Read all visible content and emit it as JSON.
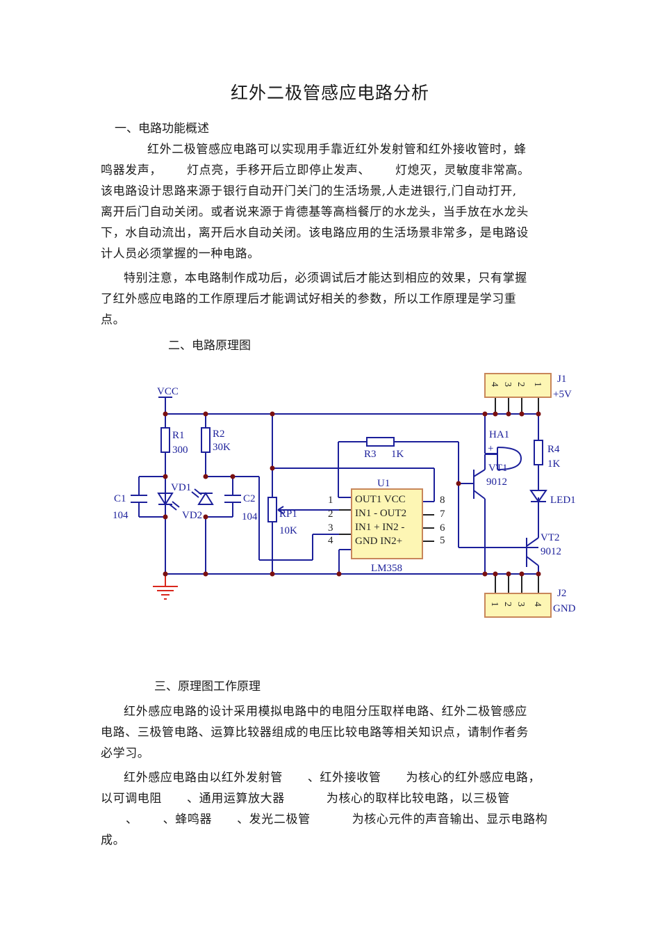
{
  "document": {
    "title": "红外二极管感应电路分析",
    "section1": {
      "heading": "一、电路功能概述",
      "para1_lines": [
        "红外二极管感应电路可以实现用手靠近红外发射管和红外接收管时，蜂",
        "鸣器发声，      灯点亮，手移开后立即停止发声、      灯熄灭，灵敏度非常高。",
        "该电路设计思路来源于银行自动开门关门的生活场景,人走进银行,门自动打开,",
        "离开后门自动关闭。或者说来源于肯德基等高档餐厅的水龙头，当手放在水龙头",
        "下，水自动流出，离开后水自动关闭。该电路应用的生活场景非常多，是电路设",
        "计人员必须掌握的一种电路。"
      ],
      "para2_lines": [
        "特别注意，本电路制作成功后，必须调试后才能达到相应的效果，只有掌握",
        "了红外感应电路的工作原理后才能调试好相关的参数，所以工作原理是学习重",
        "点。"
      ]
    },
    "section2": {
      "heading": "二、电路原理图"
    },
    "section3": {
      "heading": "三、原理图工作原理",
      "para1_lines": [
        "红外感应电路的设计采用模拟电路中的电阻分压取样电路、红外二极管感应",
        "电路、三极管电路、运算比较器组成的电压比较电路等相关知识点，请制作者务",
        "必学习。"
      ],
      "para2_lines": [
        "红外感应电路由以红外发射管      、红外接收管      为核心的红外感应电路，",
        "以可调电阻      、通用运算放大器          为核心的取样比较电路，以三极管",
        "      、      、蜂鸣器      、发光二极管          为核心元件的声音输出、显示电路构",
        "成。"
      ]
    }
  },
  "schematic": {
    "vcc": "VCC",
    "r1": {
      "ref": "R1",
      "value": "300"
    },
    "r2": {
      "ref": "R2",
      "value": "30K"
    },
    "r3": {
      "ref": "R3",
      "value": "1K"
    },
    "r4": {
      "ref": "R4",
      "value": "1K"
    },
    "rp1": {
      "ref": "RP1",
      "value": "10K"
    },
    "c1": {
      "ref": "C1",
      "value": "104"
    },
    "c2": {
      "ref": "C2",
      "value": "104"
    },
    "vd1": "VD1",
    "vd2": "VD2",
    "led1": "LED1",
    "ha1": "HA1",
    "ha1_plus": "+",
    "vt1": {
      "ref": "VT1",
      "value": "9012"
    },
    "vt2": {
      "ref": "VT2",
      "value": "9012"
    },
    "u1": {
      "ref": "U1",
      "part": "LM358",
      "rows": [
        "OUT1 VCC",
        "IN1 - OUT2",
        "IN1 + IN2 -",
        "GND IN2+"
      ],
      "left_pins": [
        "1",
        "2",
        "3",
        "4"
      ],
      "right_pins": [
        "8",
        "7",
        "6",
        "5"
      ]
    },
    "j1": {
      "ref": "J1",
      "net": "+5V",
      "pins": [
        "4",
        "3",
        "2",
        "1"
      ]
    },
    "j2": {
      "ref": "J2",
      "net": "GND",
      "pins": [
        "1",
        "2",
        "3",
        "4"
      ]
    },
    "colors": {
      "wire": "#1b1f9a",
      "lead": "#222222",
      "junction": "#7a1010",
      "ground": "#d9261c",
      "component_fill": "#fdf6b4",
      "component_border": "#c8865a"
    }
  }
}
